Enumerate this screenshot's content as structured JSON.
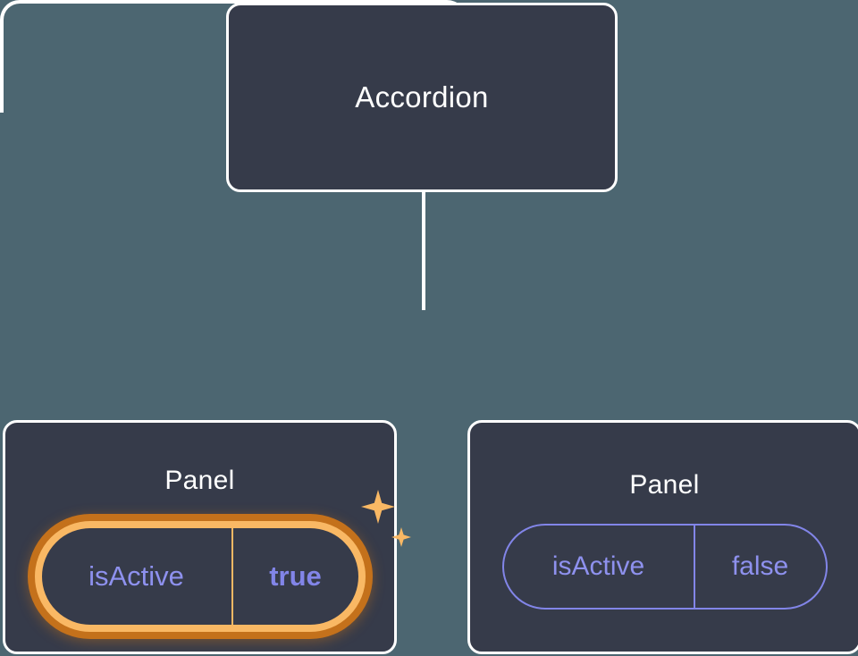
{
  "theme": {
    "background": "#4c6671",
    "card_fill": "#363b4a",
    "card_border": "#ffffff",
    "connector": "#ffffff",
    "accent_purple": "#8285e8",
    "accent_purple_soft": "#8e91ee",
    "highlight_amber": "#f9b864",
    "highlight_amber_dark": "#c4711b"
  },
  "tree": {
    "root": {
      "title": "Accordion"
    },
    "children": [
      {
        "title": "Panel",
        "prop": {
          "key": "isActive",
          "value": "true",
          "highlighted": true,
          "bold_value": true
        },
        "sparkles": [
          "sparkle-icon",
          "sparkle-icon"
        ]
      },
      {
        "title": "Panel",
        "prop": {
          "key": "isActive",
          "value": "false",
          "highlighted": false,
          "bold_value": false
        },
        "sparkles": []
      }
    ]
  }
}
